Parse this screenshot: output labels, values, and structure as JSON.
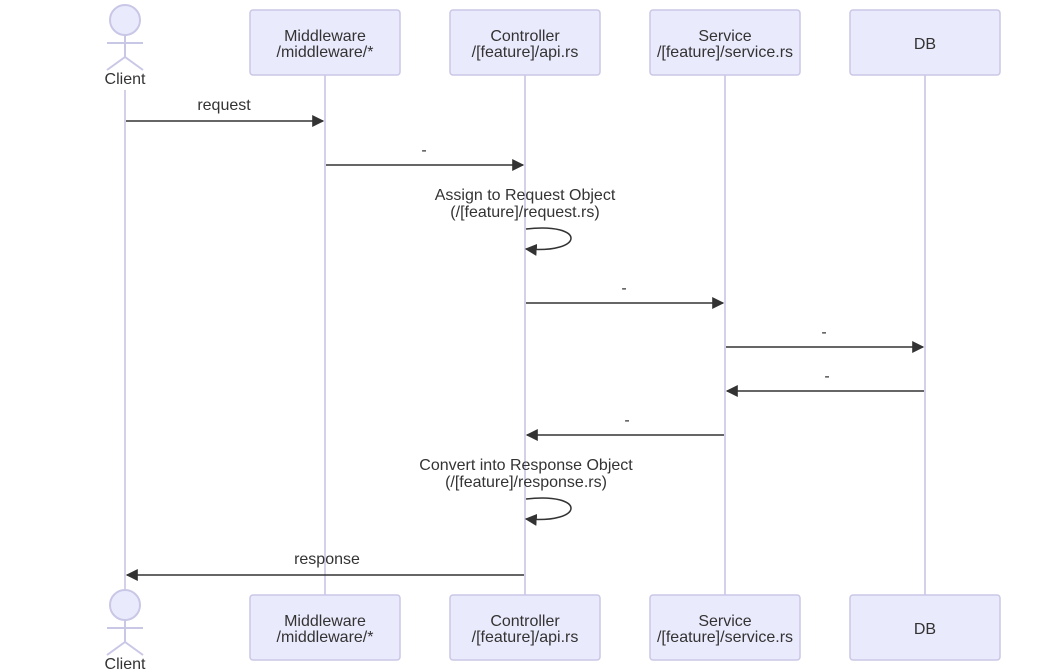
{
  "diagram": {
    "type": "sequence",
    "colors": {
      "box_fill": "#eaeafd",
      "box_stroke": "#c9c7e6",
      "lifeline": "#d4d0ea",
      "arrow": "#333333",
      "text": "#333333"
    },
    "actor": {
      "name": "Client"
    },
    "participants": [
      {
        "id": "mw",
        "line1": "Middleware",
        "line2": "/middleware/*"
      },
      {
        "id": "ctrl",
        "line1": "Controller",
        "line2": "/[feature]/api.rs"
      },
      {
        "id": "svc",
        "line1": "Service",
        "line2": "/[feature]/service.rs"
      },
      {
        "id": "db",
        "line1": "DB",
        "line2": ""
      }
    ],
    "messages": [
      {
        "from": "Client",
        "to": "Middleware",
        "label": "request"
      },
      {
        "from": "Middleware",
        "to": "Controller",
        "label": "-"
      },
      {
        "from": "Controller",
        "to": "Controller",
        "label_line1": "Assign to Request Object",
        "label_line2": "(/[feature]/request.rs)"
      },
      {
        "from": "Controller",
        "to": "Service",
        "label": "-"
      },
      {
        "from": "Service",
        "to": "DB",
        "label": "-"
      },
      {
        "from": "DB",
        "to": "Service",
        "label": "-"
      },
      {
        "from": "Service",
        "to": "Controller",
        "label": "-"
      },
      {
        "from": "Controller",
        "to": "Controller",
        "label_line1": "Convert into Response Object",
        "label_line2": "(/[feature]/response.rs)"
      },
      {
        "from": "Controller",
        "to": "Client",
        "label": "response"
      }
    ]
  }
}
